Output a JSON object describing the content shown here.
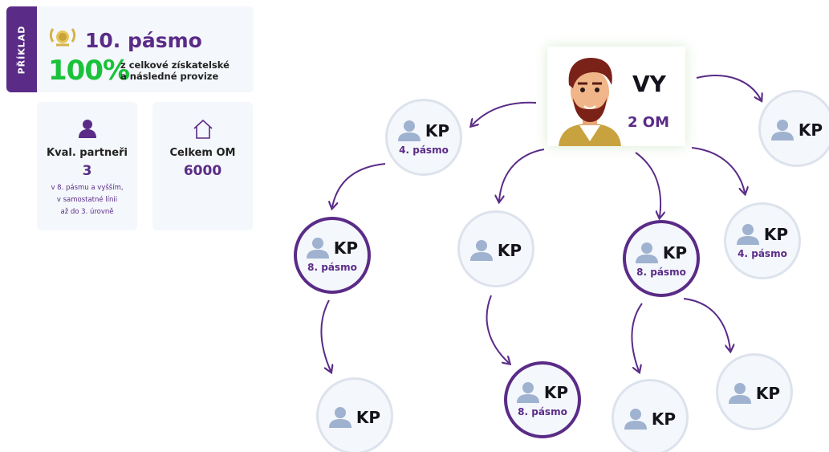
{
  "tag": {
    "label": "PŘÍKLAD"
  },
  "header": {
    "level": "10. pásmo",
    "percent": "100%",
    "percent_desc_line1": "z celkové získatelské",
    "percent_desc_line2": "a následné provize"
  },
  "stats": {
    "partners": {
      "label": "Kval. partneři",
      "value": "3",
      "note1": "v 8. pásmu a vyšším,",
      "note2": "v samostatné línii",
      "note3": "až do 3. úrovně",
      "icon": "person-icon"
    },
    "om": {
      "label": "Celkem OM",
      "value": "6000",
      "icon": "house-icon"
    }
  },
  "root": {
    "name": "VY",
    "om": "2 OM"
  },
  "node_label": "KP",
  "levels": {
    "l4": "4. pásmo",
    "l8": "8. pásmo"
  },
  "colors": {
    "accent": "#5a2b87",
    "green": "#19c23a",
    "node_bg": "#f4f7fb",
    "node_border": "#dde3ec",
    "person_icon": "#9fb2cf"
  }
}
